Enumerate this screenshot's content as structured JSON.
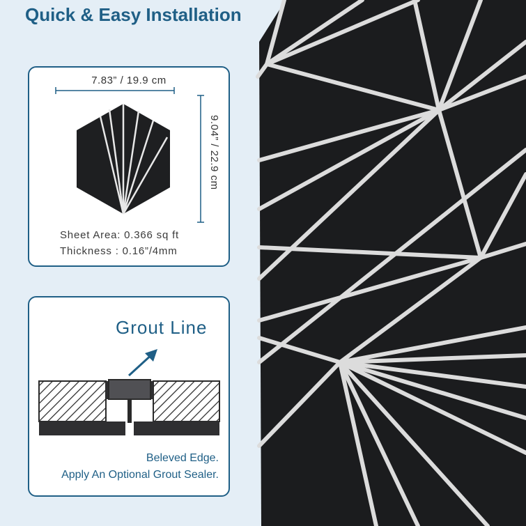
{
  "header": {
    "title": "Quick & Easy Installation"
  },
  "size_card": {
    "width_label": "7.83” / 19.9 cm",
    "height_label": "9.04” / 22.9 cm",
    "sheet_area": "Sheet Area: 0.366 sq ft",
    "thickness": "Thickness : 0.16”/4mm"
  },
  "grout_card": {
    "title": "Grout Line",
    "caption_1": "Beleved Edge.",
    "caption_2": "Apply An Optional Grout Sealer."
  },
  "colors": {
    "accent": "#1f5f86",
    "background": "#e4eef6",
    "tile": "#1e1f21",
    "grout": "#d9d9d9"
  }
}
